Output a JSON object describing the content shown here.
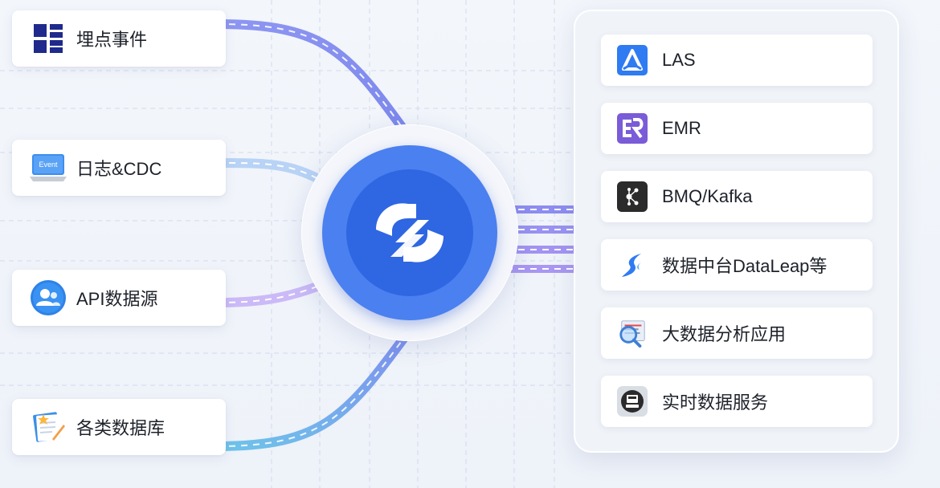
{
  "sources": [
    {
      "label": "埋点事件",
      "icon": "grid-blocks-icon"
    },
    {
      "label": "日志&CDC",
      "icon": "event-laptop-icon",
      "badge": "Event"
    },
    {
      "label": "API数据源",
      "icon": "user-api-icon"
    },
    {
      "label": "各类数据库",
      "icon": "database-notes-icon"
    }
  ],
  "hub": {
    "icon": "platform-logo-icon"
  },
  "targets": [
    {
      "label": "LAS",
      "icon": "las-logo-icon"
    },
    {
      "label": "EMR",
      "icon": "emr-logo-icon"
    },
    {
      "label": "BMQ/Kafka",
      "icon": "kafka-logo-icon"
    },
    {
      "label": "数据中台DataLeap等",
      "icon": "dataleap-logo-icon"
    },
    {
      "label": "大数据分析应用",
      "icon": "analytics-magnifier-icon"
    },
    {
      "label": "实时数据服务",
      "icon": "realtime-service-icon"
    }
  ],
  "colors": {
    "accent": "#3370ff",
    "hub_blue": "#4a80f0",
    "hub_core": "#2f66e2",
    "flow_purple": "#8f93f0",
    "flow_light_blue": "#b5d0f4",
    "flow_lavender": "#c9b8f6",
    "flow_teal": "#78bde8"
  }
}
